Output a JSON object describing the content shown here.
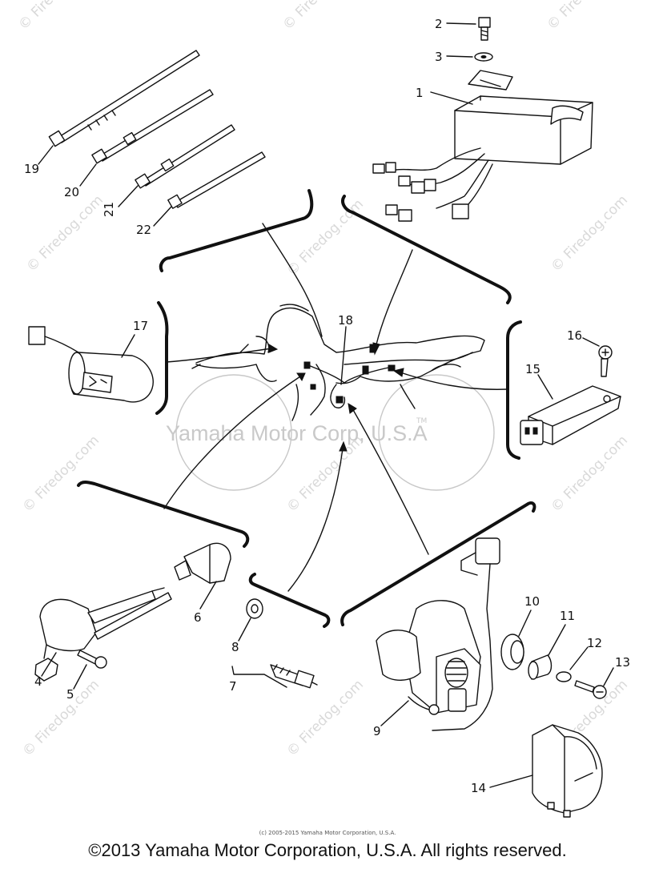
{
  "watermark": {
    "copyright_mark": "© Firedog.com",
    "center_text": "Yamaha Motor Corp, U.S.A",
    "tm": "TM"
  },
  "callouts": {
    "p1": "1",
    "p2": "2",
    "p3": "3",
    "p4": "4",
    "p5": "5",
    "p6": "6",
    "p7": "7",
    "p8": "8",
    "p9": "9",
    "p10": "10",
    "p11": "11",
    "p12": "12",
    "p13": "13",
    "p14": "14",
    "p15": "15",
    "p16": "16",
    "p17": "17",
    "p18": "18",
    "p19": "19",
    "p20": "20",
    "p21": "21",
    "p22": "22"
  },
  "footer": {
    "small_copyright": "(c) 2005-2015 Yamaha Motor Corporation, U.S.A.",
    "main_copyright": "©2013 Yamaha Motor Corporation, U.S.A. All rights reserved."
  }
}
